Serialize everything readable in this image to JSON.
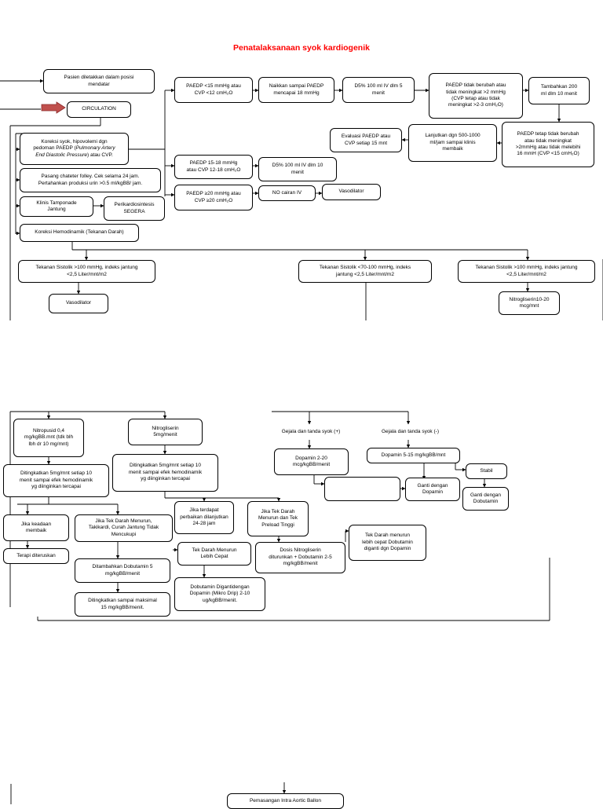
{
  "title": "Penatalaksanaan syok kardiogenik",
  "colors": {
    "title": "#ff0000",
    "arrow_fill": "#c0504d",
    "arrow_stroke": "#8b2a2a",
    "line": "#000000"
  },
  "icons": {
    "circulation_pointer": "block-arrow-right-icon"
  },
  "nodes": {
    "pasien": "Pasien diletakkan dalam posisi\nmendatar",
    "circulation": "CIRCULATION",
    "koreksi_syok": "Koreksi syok, hipovolemi dgn\npedoman PAEDP (Pulmonary Artery\nEnd Diastolic Pressure) atau CVP.",
    "chateter": "Pasang chateter folley. Cek selama 24 jam.\nPertahankan produksi urin >0.5 ml/kgBB/ jam.",
    "klinis": "Klinis Tamponade\nJantung",
    "perikardio": "Perikardiosintesis\nSEGERA",
    "koreksi_hemo": "Koreksi Hemodinamik (Tekanan Darah)",
    "paedp_low": "PAEDP <15 mmHg atau\nCVP <12 cmH₂O",
    "naikkan": "Naikkan sampai PAEDP\nmencapai 18 mmHg",
    "d5_5menit": "D5% 100 ml IV dlm 5\nmenit",
    "paedp_tidak_berubah": "PAEDP tidak berubah atau\ntidak meningkat >2 mmHg\n(CVP tetap atau tidak\nmeningkat >2-3 cmH₂O)",
    "tambahkan": "Tambahkan 200\nml dlm 10 menit",
    "evaluasi": "Evaluasi PAEDP atau\nCVP setiap 15 mnt",
    "lanjutkan": "Lanjutkan dgn 500-1000\nml/jam sampai klinis\nmembaik",
    "paedp_tetap": "PAEDP tetap tidak berubah\natau tidak meningkat\n>2mmHg atau tidak melebihi\n16 mmH (CVP <15 cmH₂O)",
    "paedp_mid": "PAEDP 15-18 mmHg\natau CVP 12-18 cmH₂O",
    "d5_10menit": "D5% 100 ml IV dlm 10\nmenit",
    "paedp_high": "PAEDP ≥20 mmHg atau\nCVP ≥20 cmH₂O",
    "no_cairan": "NO cairan IV",
    "vasodilator_top": "Vasodilator",
    "ts_100_left": "Tekanan Sistolik >100 mmHg, indeks jantung\n<2,5 Liter/mnt/m2",
    "ts_70_100": "Tekanan Sistolik <70-100 mmHg, indeks\njantung <2,5 Liter/mnt/m2",
    "ts_100_right": "Tekanan Sistolik >100 mmHg, indeks jantung\n<2,5 Liter/mnt/m2",
    "vasodilator_left": "Vasodilator",
    "nitrogliserin_10_20": "Nitrogliserin10-20\nmcg/mnt",
    "nitropusid": "Nitropusid 0,4\nmg/kgBB.mnt (tdk blh\nlbh dr 10 mg/mnt)",
    "nitrogliserin_5": "Nitrogliserin\n5mg/menit",
    "ditingkatkan_5_left": "Ditingkatkan 5mg/mnt setiap 10\nmenit sampai efek hemodinamik\nyg diinginkan tercapai",
    "ditingkatkan_5_right": "Ditingkatkan 5mg/mnt setiap 10\nmenit sampai efek hemodinamik\nyg diinginkan tercapai",
    "jika_keadaan": "Jika keadaan\nmembaik",
    "terapi": "Terapi diteruskan",
    "jika_tek_menurun": "Jika Tek Darah Menurun,\nTakikardi, Curah Jantung Tidak\nMencukupi",
    "ditambahkan": "Ditambahkan Dobutamin 5\nmg/kgBB/menit",
    "ditingkatkan_15": "Ditingkatkan sampai maksimal\n15 mg/kgBB/menit.",
    "jika_perbaikan": "Jika terdapat\nperbaikan dilanjutkan\n24-28 jam",
    "jika_tek_preload": "Jika Tek Darah\nMenurun dan Tek\nPreload Tinggi",
    "tek_menurun_cepat": "Tek Darah Menurun\nLebih Cepat",
    "dobutamin_diganti": "Dobutamin Digantidengan\nDopamin (Mikro Drip) 2-10\nug/kgBB/menit.",
    "dosis_nitro": "Dosis Nitrogliserin\nditurunkan + Dobutamin 2-5\nmg/kgBB/menit",
    "tek_lebih_cepat": "Tek Darah menurun\nlebih cepat Dobutamin\ndiganti dgn Dopamin",
    "gejala_plus": "Gejala dan tanda syok (+)",
    "gejala_minus": "Gejala dan tanda syok (-)",
    "dopamin_2_20": "Dopamin 2-20\nmcg/kgBB/menit",
    "dopamin_5_15": "Dopamin 5-15 mg/kgBB/mnt",
    "stabil": "Stabil",
    "ganti_dopamin": "Ganti dengan\nDopamin",
    "ganti_dobutamin": "Ganti dengan\nDobutamin",
    "empty_box": "",
    "pemasangan": "Pemasangan Intra Aortic Ballon"
  }
}
